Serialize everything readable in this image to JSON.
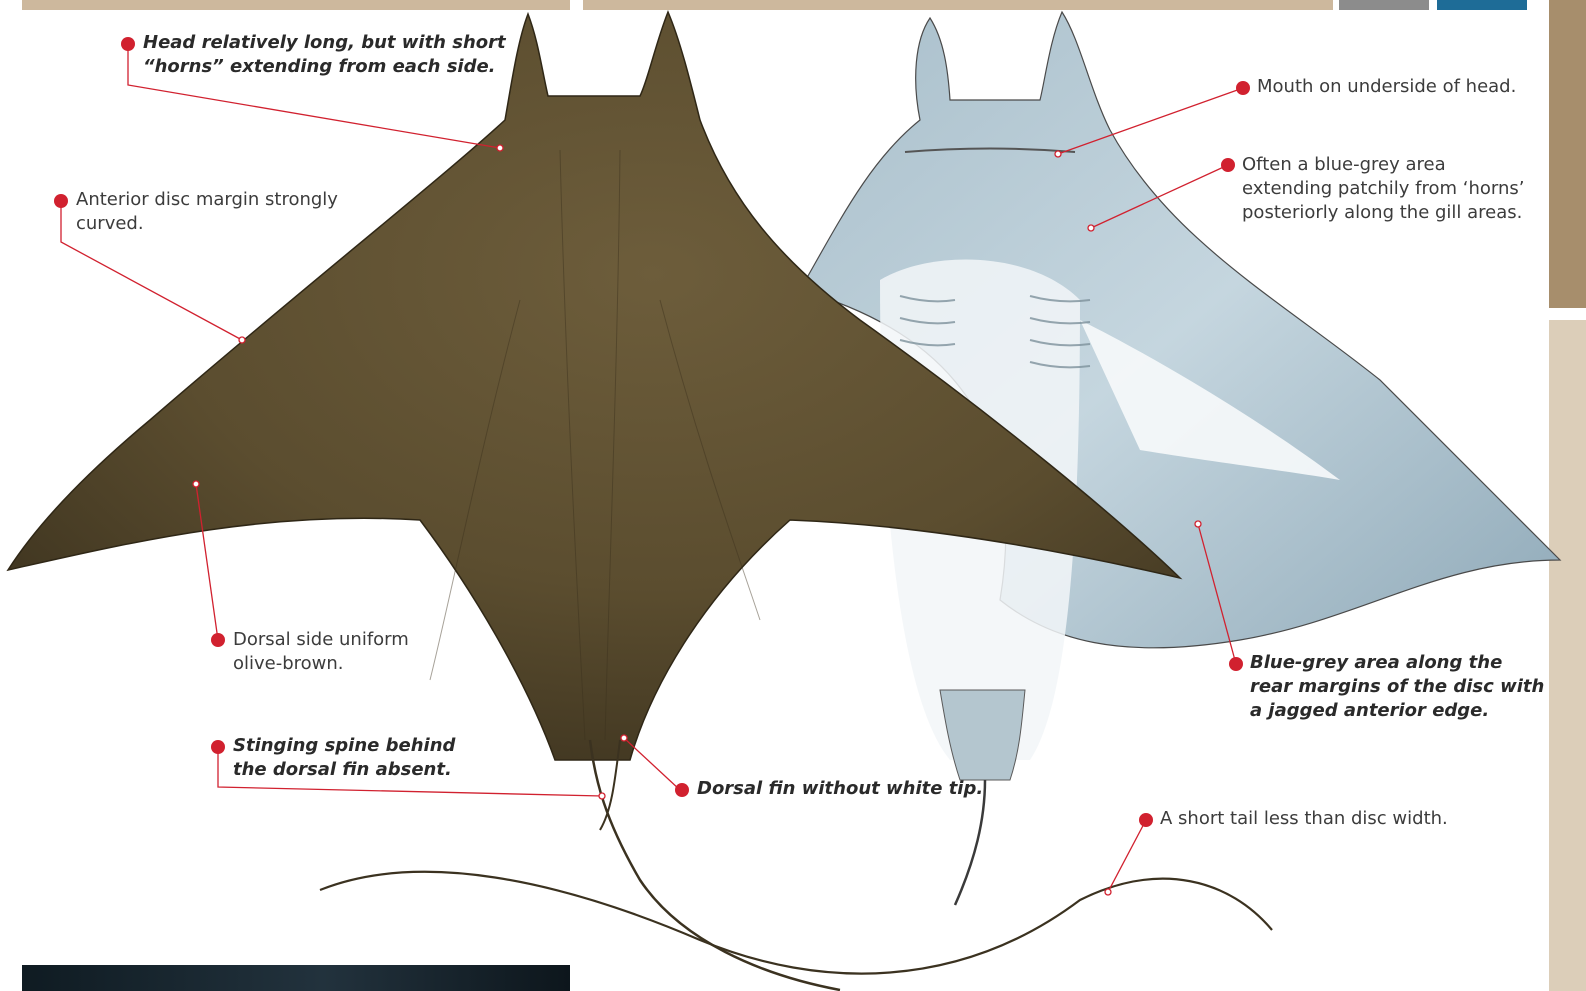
{
  "labels": {
    "head": {
      "line1": "Head relatively long, but with short",
      "line2": "“horns” extending from each side."
    },
    "anterior": {
      "line1": "Anterior disc margin strongly",
      "line2": "curved."
    },
    "dorsal_colour": {
      "line1": "Dorsal side uniform",
      "line2": "olive-brown."
    },
    "spine": {
      "line1": "Stinging spine behind",
      "line2": "the dorsal fin absent."
    },
    "dorsal_fin": {
      "line1": "Dorsal fin without white tip."
    },
    "mouth": {
      "line1": "Mouth on underside of head."
    },
    "blue_grey_horns": {
      "line1": "Often a blue-grey area",
      "line2": "extending patchily from ‘horns’",
      "line3": "posteriorly along the gill areas."
    },
    "rear_margins": {
      "line1": "Blue-grey area along the",
      "line2": "rear margins of the disc with",
      "line3": "a jagged anterior edge."
    },
    "tail": {
      "line1": "A short tail less than disc width."
    }
  },
  "colors": {
    "header_tan": "#cdb89d",
    "header_grey": "#8c8c8c",
    "header_blue": "#1e6c97",
    "side_strip_dark": "#a78e6c",
    "side_strip_light": "#dcceb9",
    "callout_red": "#d1212f",
    "dorsal_brown": "#5b4d2f",
    "ventral_blue_grey": "#a9bfcb"
  }
}
